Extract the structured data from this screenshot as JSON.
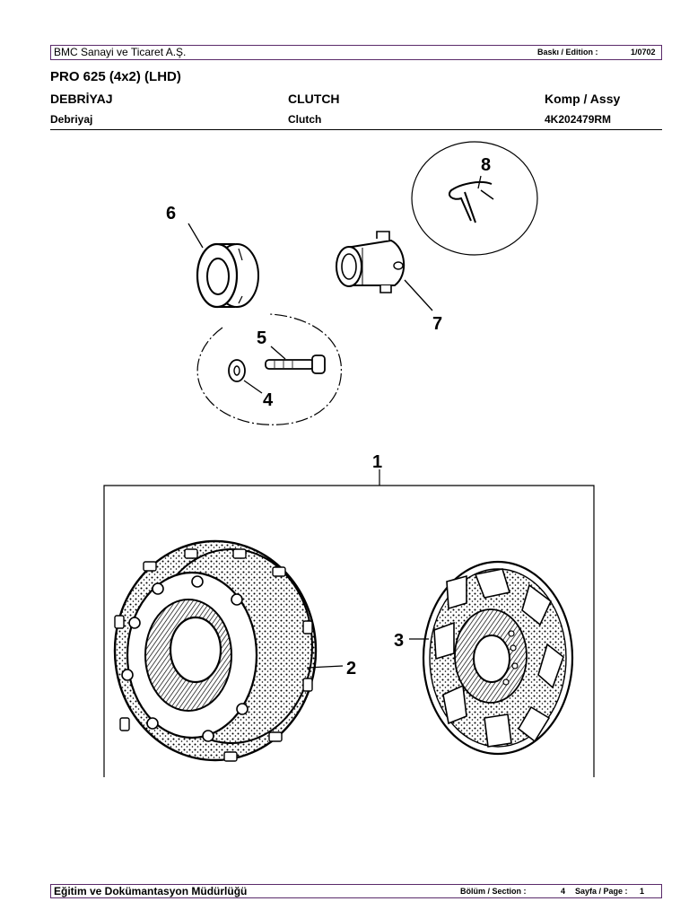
{
  "header": {
    "company": "BMC Sanayi ve Ticaret A.Ş.",
    "edition_label": "Baskı / Edition :",
    "edition_value": "1/0702"
  },
  "title": {
    "model": "PRO 625 (4x2) (LHD)",
    "group_tr": "DEBRİYAJ",
    "group_en": "CLUTCH",
    "assy_label": "Komp / Assy",
    "sub_tr": "Debriyaj",
    "sub_en": "Clutch",
    "part_number": "4K202479RM"
  },
  "diagram": {
    "callouts": [
      "1",
      "2",
      "3",
      "4",
      "5",
      "6",
      "7",
      "8"
    ],
    "parts": [
      "clip",
      "bearing-ring",
      "release-sleeve",
      "washer",
      "bolt",
      "pressure-plate",
      "clutch-disc"
    ]
  },
  "footer": {
    "department": "Eğitim ve Dokümantasyon Müdürlüğü",
    "section_label": "Bölüm / Section :",
    "section_value": "4",
    "page_label": "Sayfa / Page :",
    "page_value": "1"
  }
}
